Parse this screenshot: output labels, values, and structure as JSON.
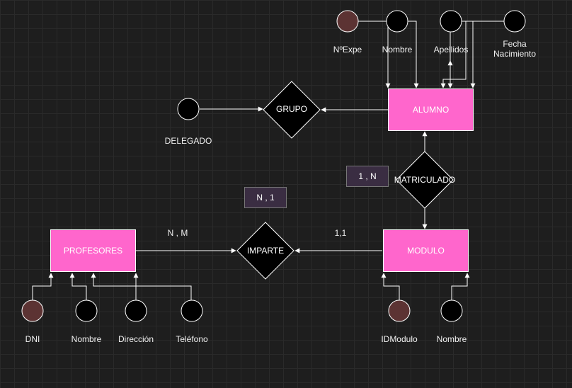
{
  "colors": {
    "background": "#1e1e1e",
    "grid": "#2a2a2a",
    "entity_fill": "#ff66cc",
    "key_attribute_fill": "#5c3333",
    "attribute_fill": "#000000",
    "line": "#ffffff",
    "tag_fill": "#3a2d42"
  },
  "entities": {
    "alumno": "ALUMNO",
    "profesores": "PROFESORES",
    "modulo": "MODULO"
  },
  "relationships": {
    "grupo": "GRUPO",
    "matriculado": "MATRICULADO",
    "imparte": "IMPARTE"
  },
  "attributes": {
    "nexpe": "NºExpe",
    "alumno_nombre": "Nombre",
    "apellidos": "Apellidos",
    "fecha_nacimiento": "Fecha\nNacimiento",
    "delegado": "DELEGADO",
    "dni": "DNI",
    "profesor_nombre": "Nombre",
    "direccion": "Dirección",
    "telefono": "Teléfono",
    "idmodulo": "IDModulo",
    "modulo_nombre": "Nombre"
  },
  "cardinalities": {
    "matriculado_tag": "1 , N",
    "imparte_tag": "N , 1",
    "imparte_profesores": "N , M",
    "imparte_modulo": "1,1"
  }
}
